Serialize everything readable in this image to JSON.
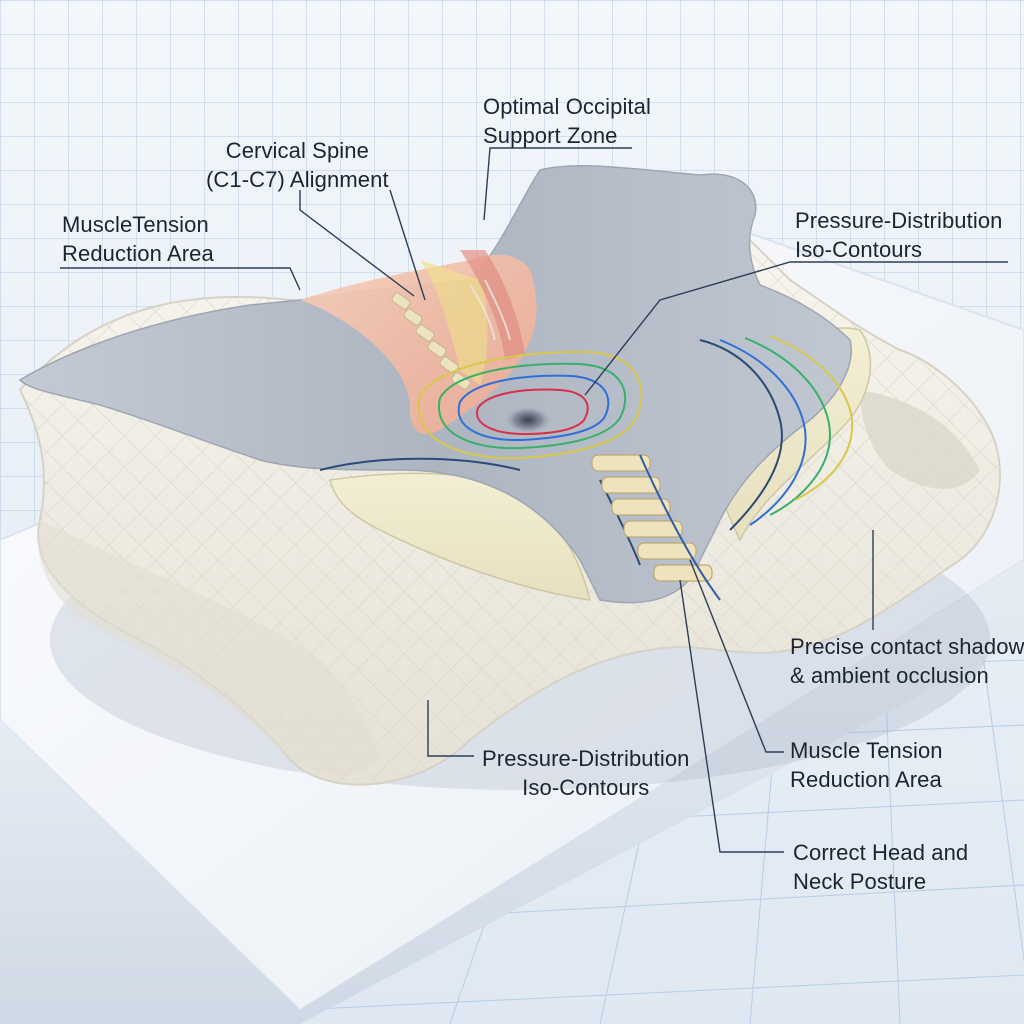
{
  "labels": {
    "occipital": {
      "line1": "Optimal Occipital",
      "line2": "Support Zone"
    },
    "cervical": {
      "line1": "Cervical Spine",
      "line2": "(C1-C7) Alignment"
    },
    "muscle_top": {
      "line1": "MuscleTension",
      "line2": "Reduction Area"
    },
    "pressure_top": {
      "line1": "Pressure-Distribution",
      "line2": "Iso-Contours"
    },
    "shadow": {
      "line1": "Precise contact shadow",
      "line2": "& ambient occlusion"
    },
    "pressure_bottom": {
      "line1": "Pressure-Distribution",
      "line2": "Iso-Contours"
    },
    "muscle_bottom": {
      "line1": "Muscle Tension",
      "line2": "Reduction Area"
    },
    "posture": {
      "line1": "Correct Head and",
      "line2": "Neck Posture"
    }
  },
  "colors": {
    "background": "#e8f0f8",
    "grid_line": "#a9c2e0",
    "platform": "#f4f7fb",
    "pillow_foam": "#f2efe6",
    "pillow_top": "#b8bfca",
    "anatomy_skin": "#f2b7a2",
    "leader_line": "#2c3e55",
    "contour_red": "#d9304a",
    "contour_blue": "#2f6fd6",
    "contour_green": "#39b06a",
    "contour_yellow": "#d8c84a"
  }
}
